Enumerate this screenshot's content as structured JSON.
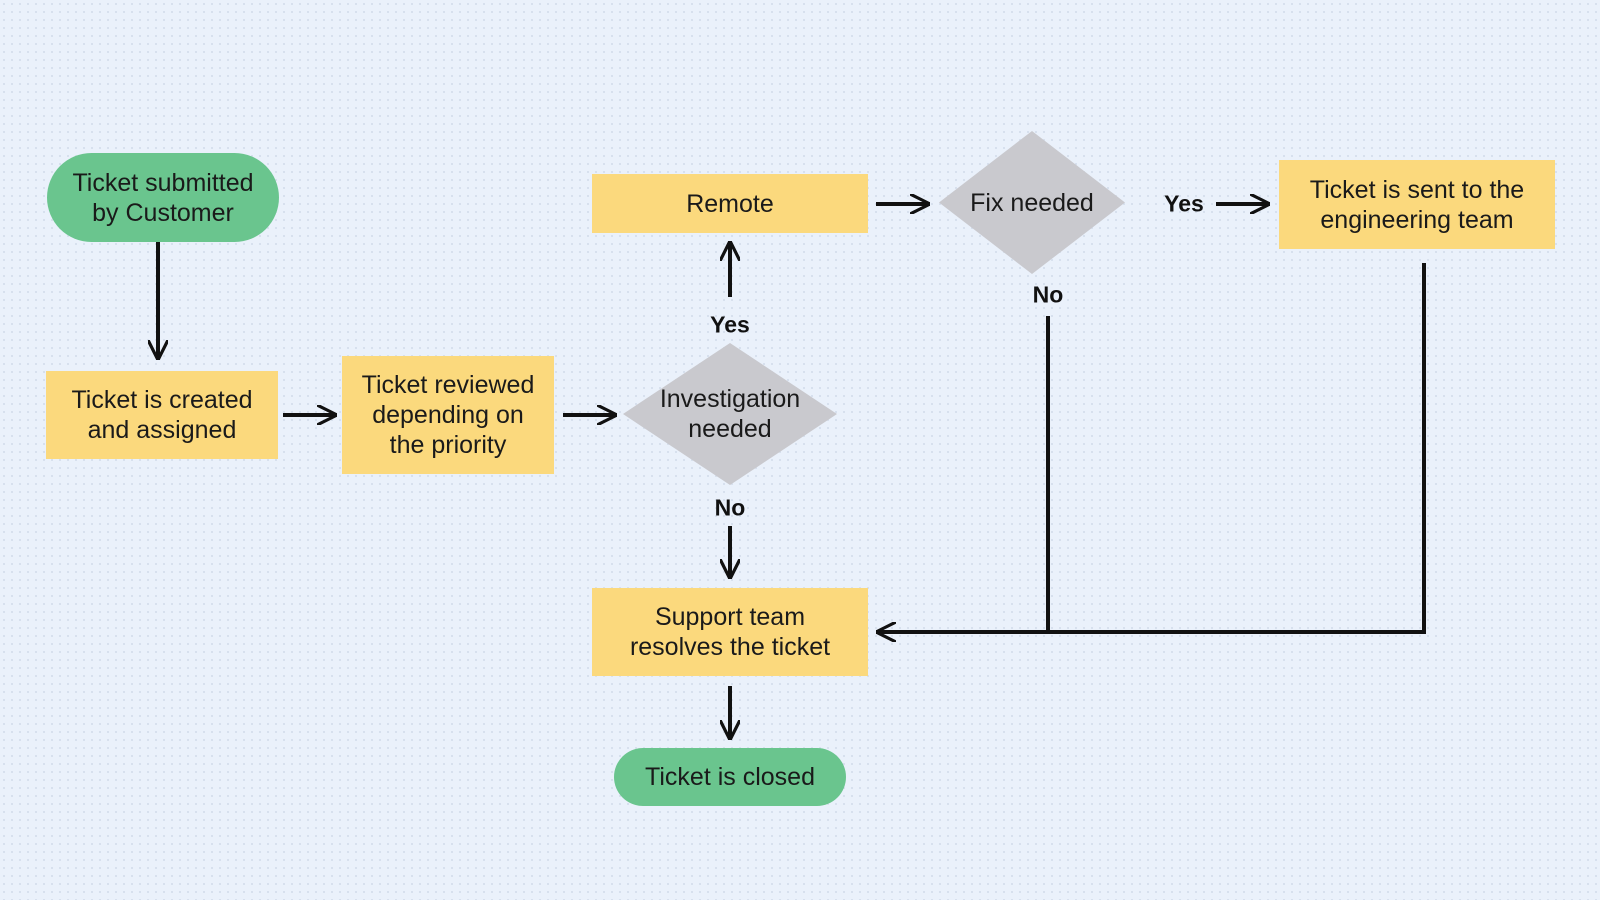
{
  "nodes": {
    "submitted": "Ticket submitted\nby Customer",
    "created": "Ticket is created\nand assigned",
    "reviewed": "Ticket reviewed\ndepending on\nthe priority",
    "investigation": "Investigation\nneeded",
    "remote": "Remote",
    "fix": "Fix needed",
    "engineering": "Ticket is sent to the\nengineering team",
    "support": "Support team\nresolves the ticket",
    "closed": "Ticket is closed"
  },
  "labels": {
    "inv_yes": "Yes",
    "inv_no": "No",
    "fix_yes": "Yes",
    "fix_no": "No"
  },
  "colors": {
    "terminal": "#6ac58e",
    "process": "#fbd97d",
    "decision": "#c9c9ce",
    "connector": "#111111"
  }
}
